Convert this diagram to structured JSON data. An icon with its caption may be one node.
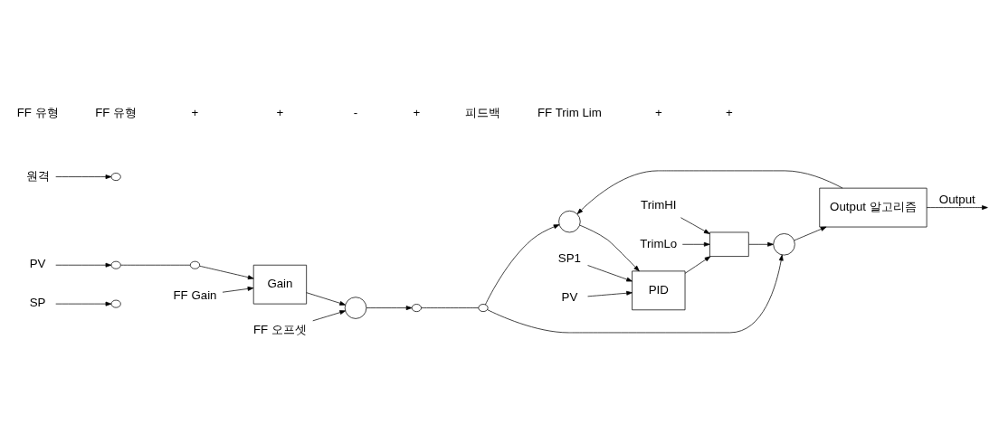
{
  "diagram": {
    "nodes": [
      {
        "text": [
          "SP"
        ]
      },
      {
        "text": [
          "PV"
        ]
      },
      {
        "text": [],
        "shape": "circle"
      },
      {
        "text": [],
        "shape": "circle"
      },
      {
        "text": [],
        "shape": "circle"
      },
      {
        "text": [
          "Gain"
        ]
      },
      {
        "text": [
          "FF Gain"
        ]
      },
      {
        "text": [],
        "shape": "circle"
      },
      {
        "text": [
          "FF 오프셋"
        ]
      },
      {
        "text": [
          "원격"
        ]
      },
      {
        "text": [],
        "shape": "circle"
      },
      {
        "text": [],
        "shape": "circle"
      },
      {
        "text": [],
        "shape": "circle"
      },
      {
        "text": [],
        "shape": "circle"
      },
      {
        "text": [
          "SP1"
        ]
      },
      {
        "text": [
          "PV"
        ]
      },
      {
        "text": [
          "PID"
        ]
      },
      {
        "text": [],
        "shape": "box"
      },
      {
        "text": [
          "TrimHI"
        ]
      },
      {
        "text": [
          "TrimLo"
        ]
      },
      {
        "text": [],
        "shape": "circle"
      },
      {
        "text": [
          "Output 알고리즘"
        ]
      }
    ],
    "edges": [
      {
        "from": 0,
        "to": 2,
        "arrow": "to"
      },
      {
        "from": 1,
        "to": 3,
        "arrow": "to"
      },
      {
        "from": 3,
        "to": 4,
        "arrow": "none"
      },
      {
        "from": 4,
        "to": 5,
        "arrow": "to"
      },
      {
        "from": 6,
        "to": 5,
        "arrow": "to"
      },
      {
        "from": 5,
        "to": 7,
        "arrow": "to"
      },
      {
        "from": 8,
        "to": 7,
        "arrow": "to"
      },
      {
        "from": 7,
        "to": 11,
        "arrow": "to"
      },
      {
        "from": 9,
        "to": 10,
        "arrow": "to"
      },
      {
        "from": 11,
        "to": 12,
        "arrow": "none"
      },
      {
        "from": 12,
        "to": 13,
        "arrow": "to"
      },
      {
        "from": 12,
        "to": 20,
        "arrow": "to"
      },
      {
        "from": 21,
        "to": 13,
        "arrow": "to"
      },
      {
        "from": 13,
        "to": 16,
        "arrow": "to"
      },
      {
        "from": 14,
        "to": 16,
        "arrow": "to"
      },
      {
        "from": 15,
        "to": 16,
        "arrow": "to"
      },
      {
        "from": 16,
        "to": 17,
        "arrow": "to"
      },
      {
        "from": 18,
        "to": 17,
        "arrow": "to"
      },
      {
        "from": 19,
        "to": 17,
        "arrow": "to"
      },
      {
        "from": 17,
        "to": 20,
        "arrow": "to"
      },
      {
        "from": 20,
        "to": 21,
        "arrow": "to"
      },
      {
        "from": 21,
        "to": null,
        "arrow": "to",
        "label": "Output"
      }
    ],
    "labels": [
      "FF 유형",
      "FF 유형",
      "+",
      "+",
      "-",
      "+",
      "피드백",
      "FF Trim Lim",
      "+",
      "+"
    ]
  }
}
